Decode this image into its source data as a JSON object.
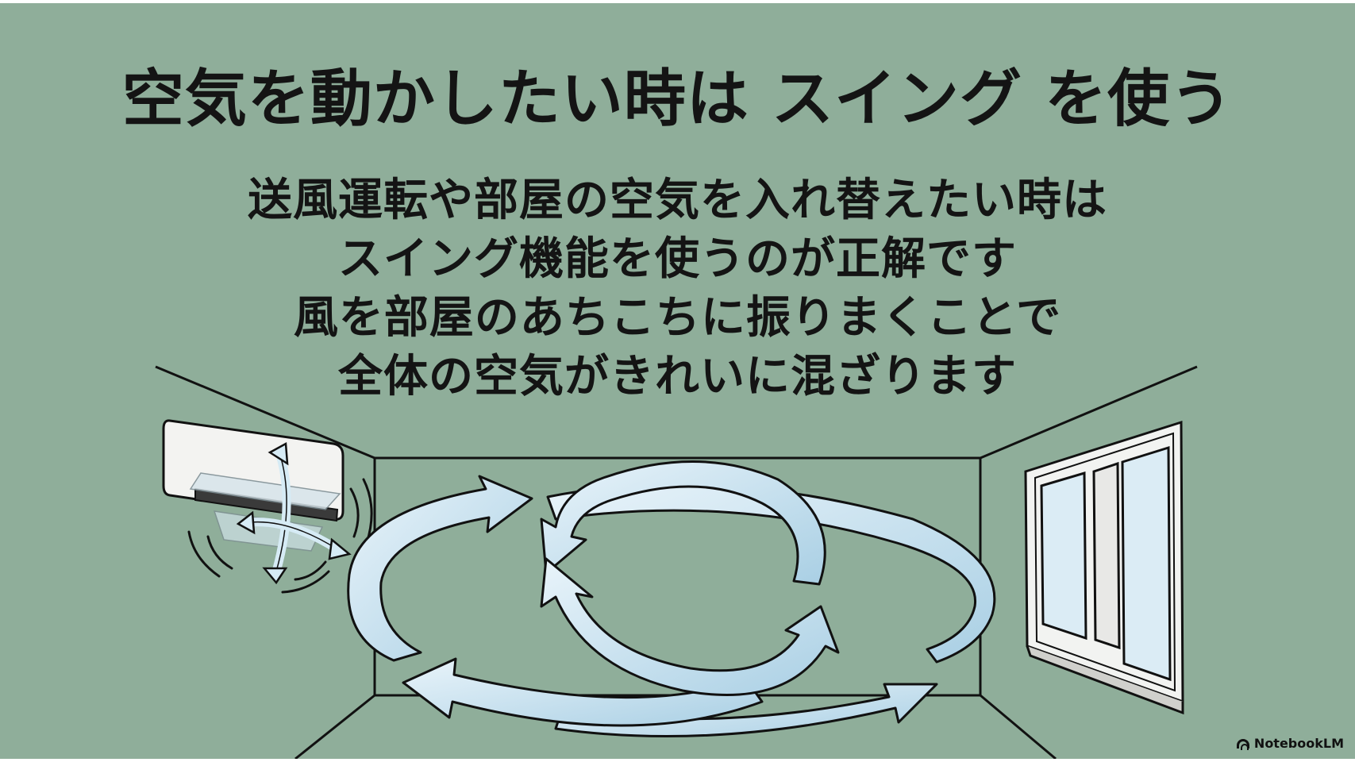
{
  "slide": {
    "title": "空気を動かしたい時は スイング を使う",
    "body_lines": [
      "送風運転や部屋の空気を入れ替えたい時は",
      "スイング機能を使うのが正解です",
      "風を部屋のあちこちに振りまくことで",
      "全体の空気がきれいに混ざります"
    ]
  },
  "illustration": {
    "elements": [
      "room-outline",
      "air-conditioner",
      "swing-arrows",
      "airflow-loop-arrows",
      "window"
    ],
    "colors": {
      "background": "#8fae9a",
      "arrow_fill": "#c9e3f0",
      "line": "#111111"
    }
  },
  "brand": {
    "label": "NotebookLM",
    "icon": "notebooklm-logo-icon"
  }
}
